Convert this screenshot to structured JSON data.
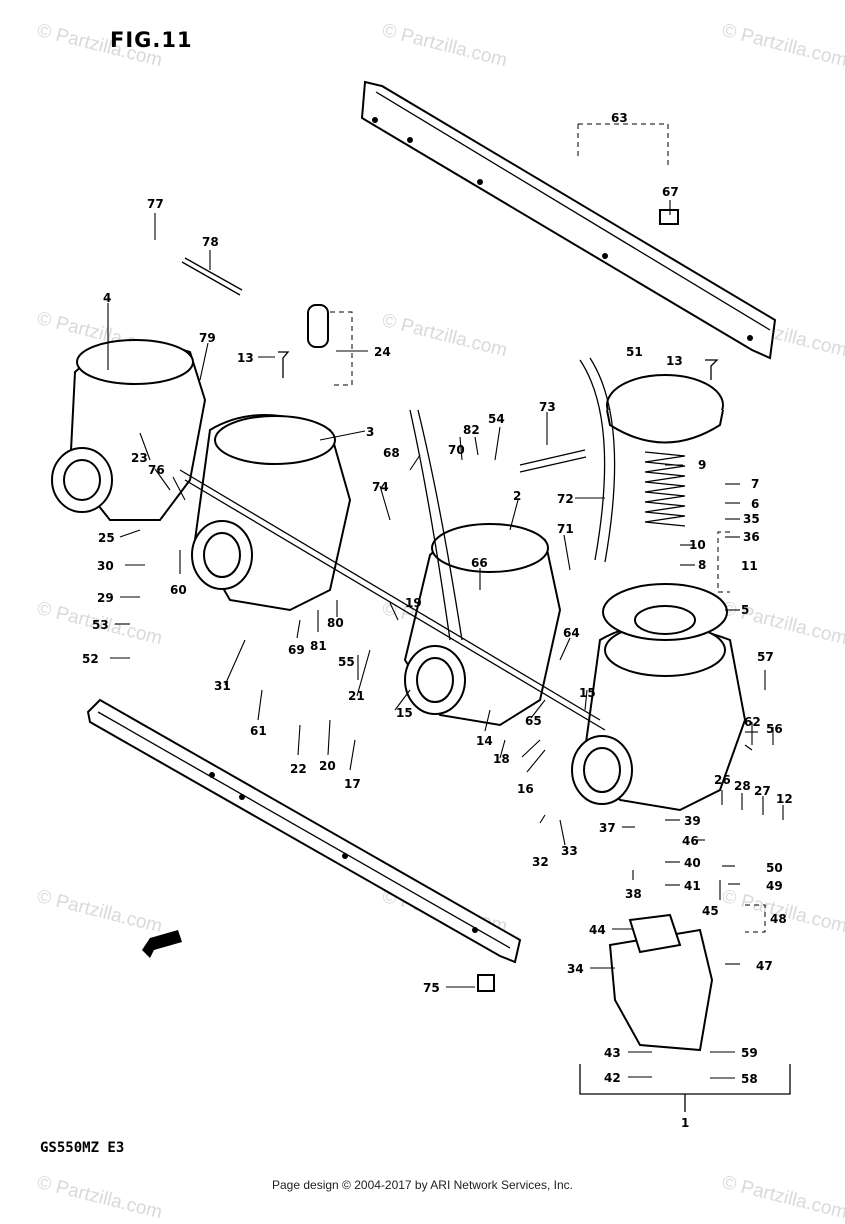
{
  "figure": {
    "title": "FIG.11",
    "model": "GS550MZ  E3"
  },
  "footer": {
    "text": "Page design © 2004-2017 by ARI Network Services, Inc."
  },
  "watermark": {
    "text": "© Partzilla.com"
  },
  "colors": {
    "ink": "#000000",
    "background": "#ffffff",
    "watermark": "#c8c8c8"
  },
  "callouts": [
    "1",
    "2",
    "3",
    "4",
    "5",
    "6",
    "7",
    "8",
    "9",
    "10",
    "11",
    "12",
    "13",
    "13",
    "14",
    "15",
    "15",
    "16",
    "17",
    "18",
    "19",
    "20",
    "21",
    "22",
    "23",
    "24",
    "25",
    "26",
    "27",
    "28",
    "29",
    "30",
    "31",
    "32",
    "33",
    "34",
    "35",
    "36",
    "37",
    "38",
    "39",
    "40",
    "41",
    "42",
    "43",
    "44",
    "45",
    "46",
    "47",
    "48",
    "49",
    "50",
    "51",
    "52",
    "53",
    "54",
    "55",
    "56",
    "57",
    "58",
    "59",
    "60",
    "61",
    "62",
    "63",
    "64",
    "65",
    "66",
    "67",
    "68",
    "69",
    "70",
    "71",
    "72",
    "73",
    "74",
    "75",
    "76",
    "77",
    "78",
    "79",
    "80",
    "81",
    "82"
  ]
}
